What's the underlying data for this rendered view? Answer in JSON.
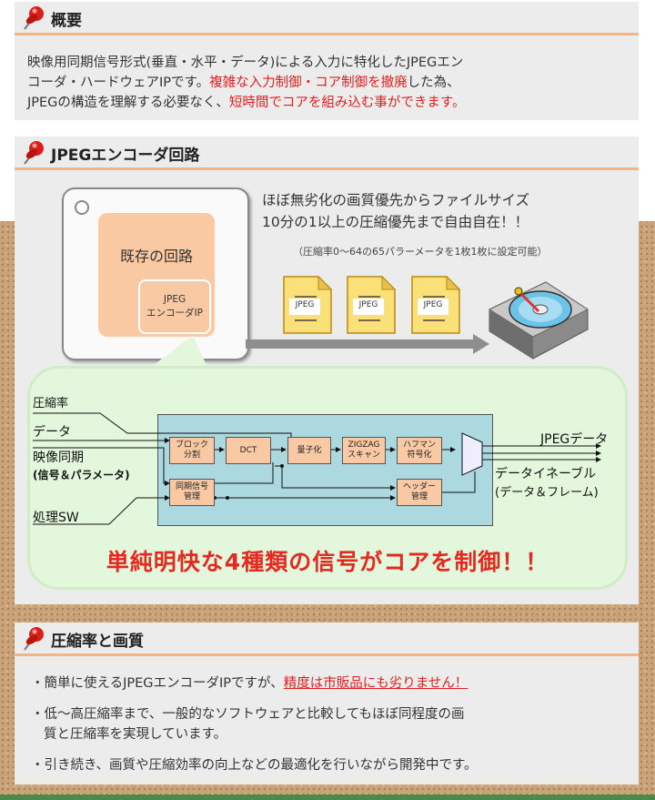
{
  "section1": {
    "title": "概要",
    "text_a": "映像用同期信号形式(垂直・水平・データ)による入力に特化したJPEGエン",
    "text_b": "コーダ・ハードウェアIPです。",
    "text_b_red": "複雑な入力制御・コア制御を撤廃",
    "text_b_end": "した為、",
    "text_c": "JPEGの構造を理解する必要なく、",
    "text_c_red": "短時間でコアを組み込む事ができます。"
  },
  "section2": {
    "title": "JPEGエンコーダ回路",
    "existing_circuit": "既存の回路",
    "encoder_ip_line1": "JPEG",
    "encoder_ip_line2": "エンコーダIP",
    "desc_line1": "ほぼ無劣化の画質優先からファイルサイズ",
    "desc_line2": "10分の1以上の圧縮優先まで自由自在！！",
    "desc_small": "（圧縮率0～64の65パラーメータを1枚1枚に設定可能）",
    "jpeg_files": [
      "JPEG",
      "JPEG",
      "JPEG"
    ],
    "signals": {
      "compression": "圧縮率",
      "data": "データ",
      "video_sync": "映像同期",
      "sync_detail": "(信号＆パラメータ)",
      "process_sw": "処理SW",
      "jpeg_data": "JPEGデータ",
      "data_enable": "データイネーブル",
      "data_enable_detail": "(データ＆フレーム)"
    },
    "blocks": {
      "block_div": [
        "ブロック",
        "分割"
      ],
      "dct": "DCT",
      "quant": "量子化",
      "zigzag": [
        "ZIGZAG",
        "スキャン"
      ],
      "huffman": [
        "ハフマン",
        "符号化"
      ],
      "sync_mgmt": [
        "同期信号",
        "管理"
      ],
      "header_mgmt": [
        "ヘッダー",
        "管理"
      ]
    },
    "slogan": "単純明快な4種類の信号がコアを制御！！"
  },
  "section3": {
    "title": "圧縮率と画質",
    "b1": "・簡単に使えるJPEGエンコーダIPですが、",
    "b1_red": "精度は市販品にも劣りません！",
    "b2a": "・低～高圧縮率まで、一般的なソフトウェアと比較してもほぼ同程度の画",
    "b2b": "質と圧縮率を実現しています。",
    "b3": "・引き続き、画質や圧縮効率の向上などの最適化を行いながら開発中です。"
  }
}
